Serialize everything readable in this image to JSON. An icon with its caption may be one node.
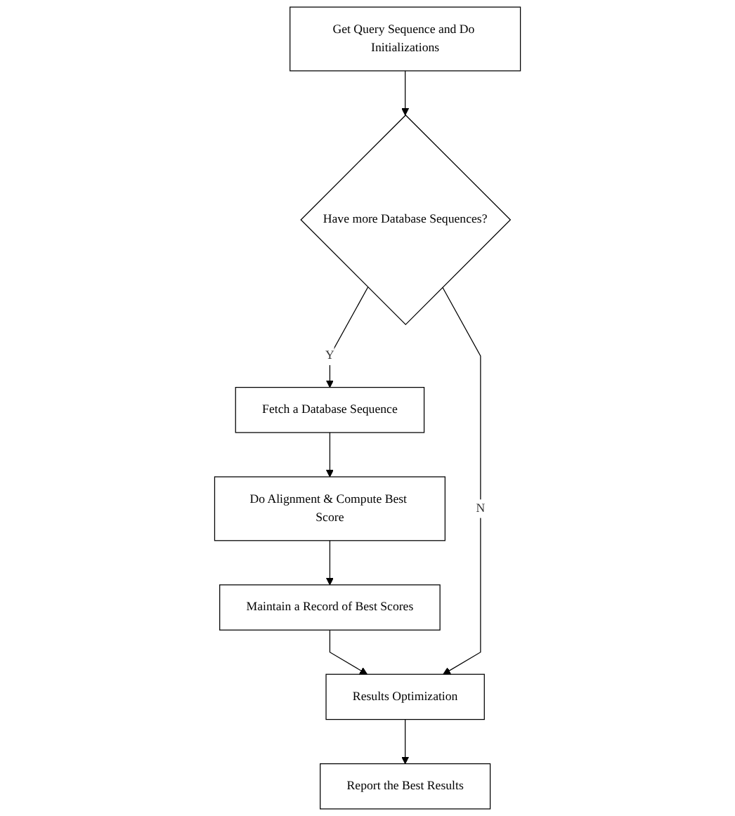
{
  "diagram": {
    "nodes": [
      {
        "text": [
          "Get Query Sequence and Do Initializations"
        ]
      },
      {
        "text": [
          "Have more Database Sequences?"
        ]
      },
      {
        "text": [
          "Fetch a Database Sequence"
        ]
      },
      {
        "text": [
          "Do Alignment & Compute Best Score"
        ]
      },
      {
        "text": [
          "Maintain a Record of Best Scores"
        ]
      },
      {
        "text": [
          "Results Optimization"
        ]
      },
      {
        "text": [
          "Report the Best Results"
        ]
      }
    ],
    "edges": [
      {
        "from": 0,
        "to": 1,
        "arrow": "to"
      },
      {
        "from": 1,
        "to": 2,
        "arrow": "to",
        "label": "Y"
      },
      {
        "from": 2,
        "to": 3,
        "arrow": "to"
      },
      {
        "from": 3,
        "to": 4,
        "arrow": "to"
      },
      {
        "from": 4,
        "to": 5,
        "arrow": "to"
      },
      {
        "from": 5,
        "to": 6,
        "arrow": "to"
      },
      {
        "from": 1,
        "to": 5,
        "arrow": "to",
        "label": "N"
      }
    ]
  }
}
